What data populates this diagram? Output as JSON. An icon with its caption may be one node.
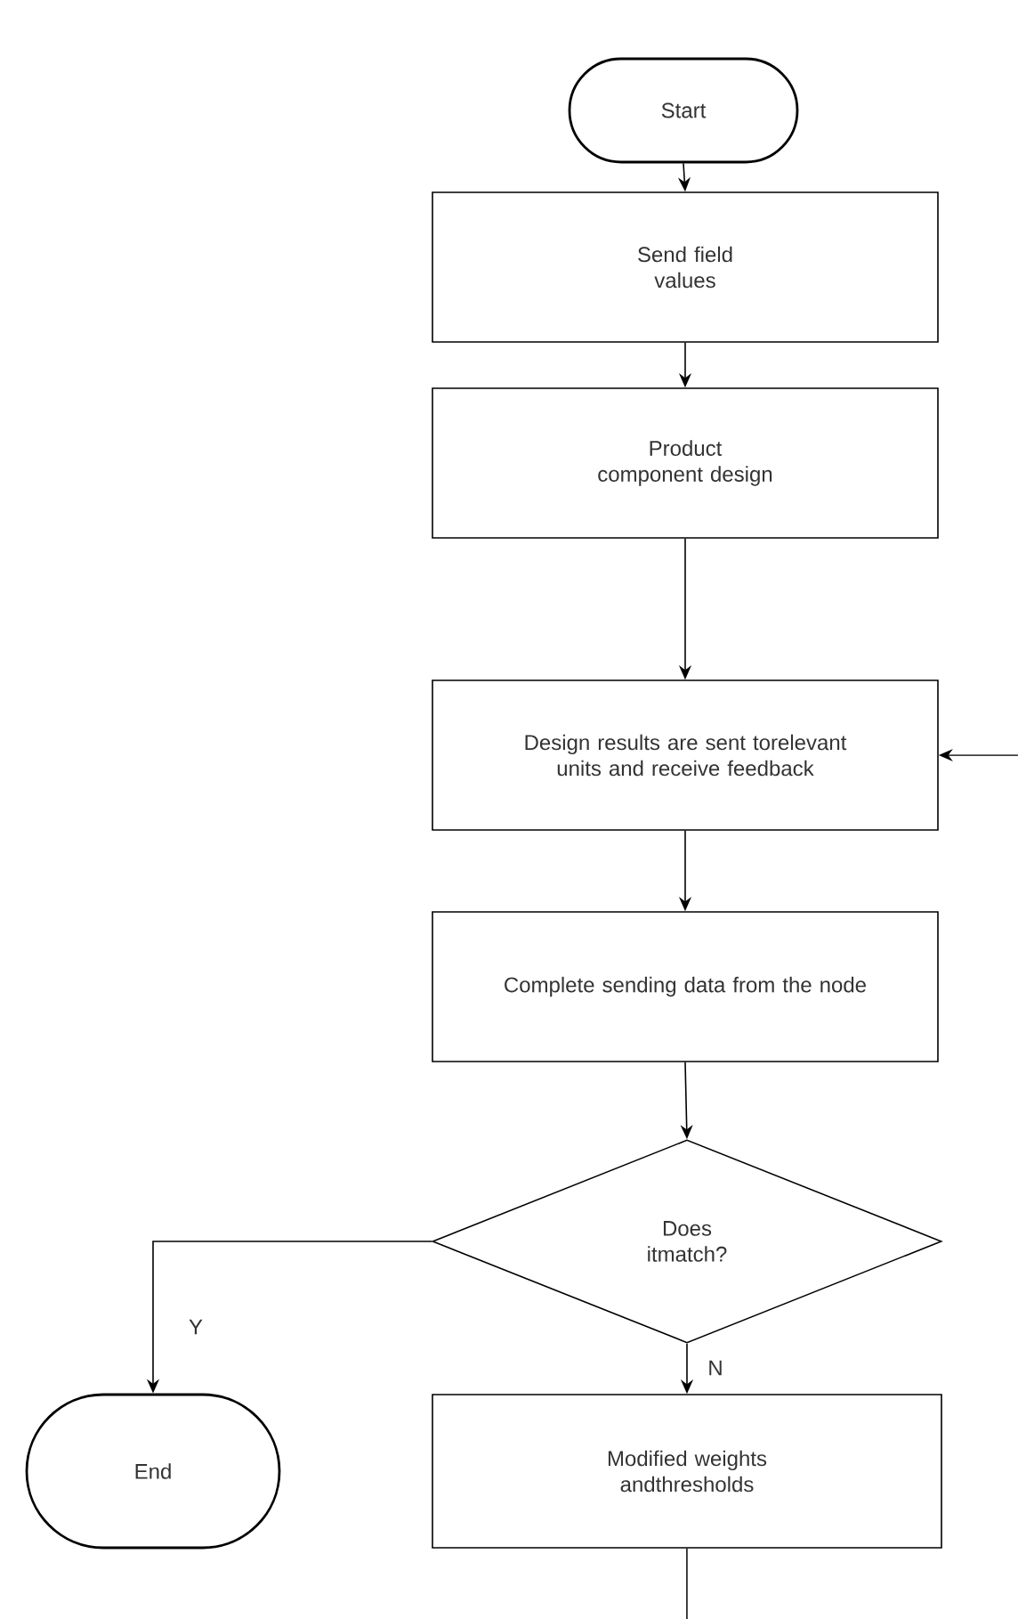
{
  "diagram": {
    "nodes": [
      {
        "text": [
          "Start"
        ]
      },
      {
        "text": [
          "Send field values"
        ]
      },
      {
        "text": [
          "Product component design"
        ]
      },
      {
        "text": [
          "Design results are sent torelevant units and receive feedback"
        ]
      },
      {
        "text": [
          "Complete sending data from the node"
        ]
      },
      {
        "text": [
          "Does itmatch?"
        ]
      },
      {
        "text": [
          "End"
        ]
      },
      {
        "text": [
          "Modified weights andthresholds"
        ]
      }
    ],
    "edges": [
      {
        "from": 0,
        "to": 1,
        "arrow": "to"
      },
      {
        "from": 1,
        "to": 2,
        "arrow": "to"
      },
      {
        "from": 2,
        "to": 3,
        "arrow": "to"
      },
      {
        "from": null,
        "to": 3,
        "arrow": "to"
      },
      {
        "from": 3,
        "to": 4,
        "arrow": "to"
      },
      {
        "from": 4,
        "to": 5,
        "arrow": "to"
      },
      {
        "from": 5,
        "to": 6,
        "label": "Y",
        "arrow": "to"
      },
      {
        "from": 5,
        "to": 7,
        "label": "N",
        "arrow": "to"
      },
      {
        "from": 7,
        "to": null,
        "arrow": "none"
      }
    ]
  }
}
